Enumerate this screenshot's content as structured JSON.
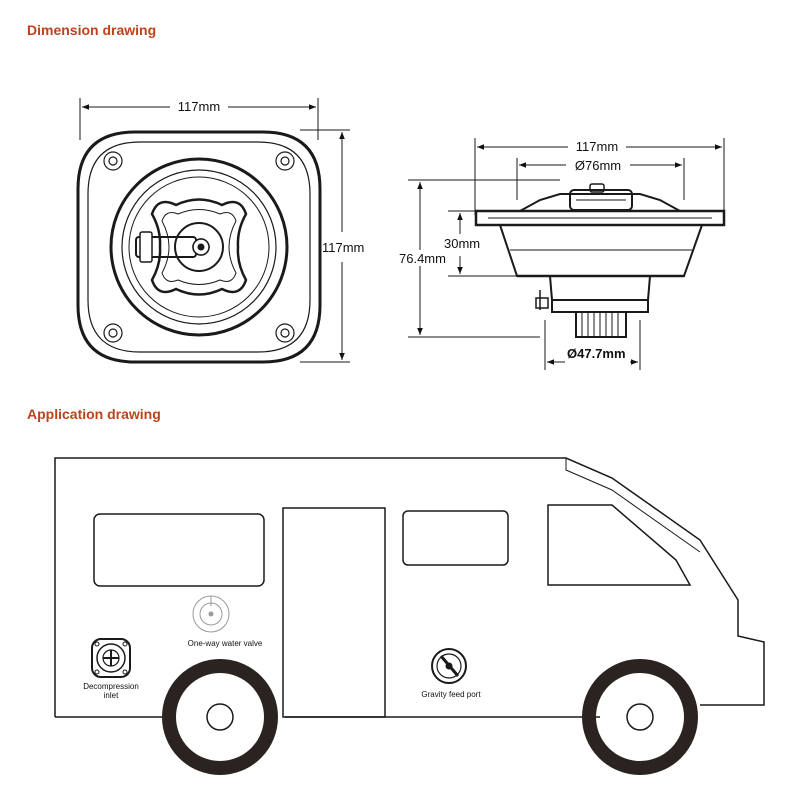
{
  "titles": {
    "dimension": "Dimension drawing",
    "application": "Application drawing"
  },
  "colors": {
    "title": "#c0411b",
    "line": "#1a1a1a",
    "tire": "#2b2320"
  },
  "front_view": {
    "width": "117mm",
    "height": "117mm"
  },
  "side_view": {
    "flange_width": "117mm",
    "body_diameter": "Ø76mm",
    "depth": "30mm",
    "total_height": "76.4mm",
    "thread_diameter": "Ø47.7mm"
  },
  "van_labels": {
    "valve": "One-way water valve",
    "inlet_line1": "Decompression",
    "inlet_line2": "inlet",
    "feed": "Gravity feed port"
  }
}
